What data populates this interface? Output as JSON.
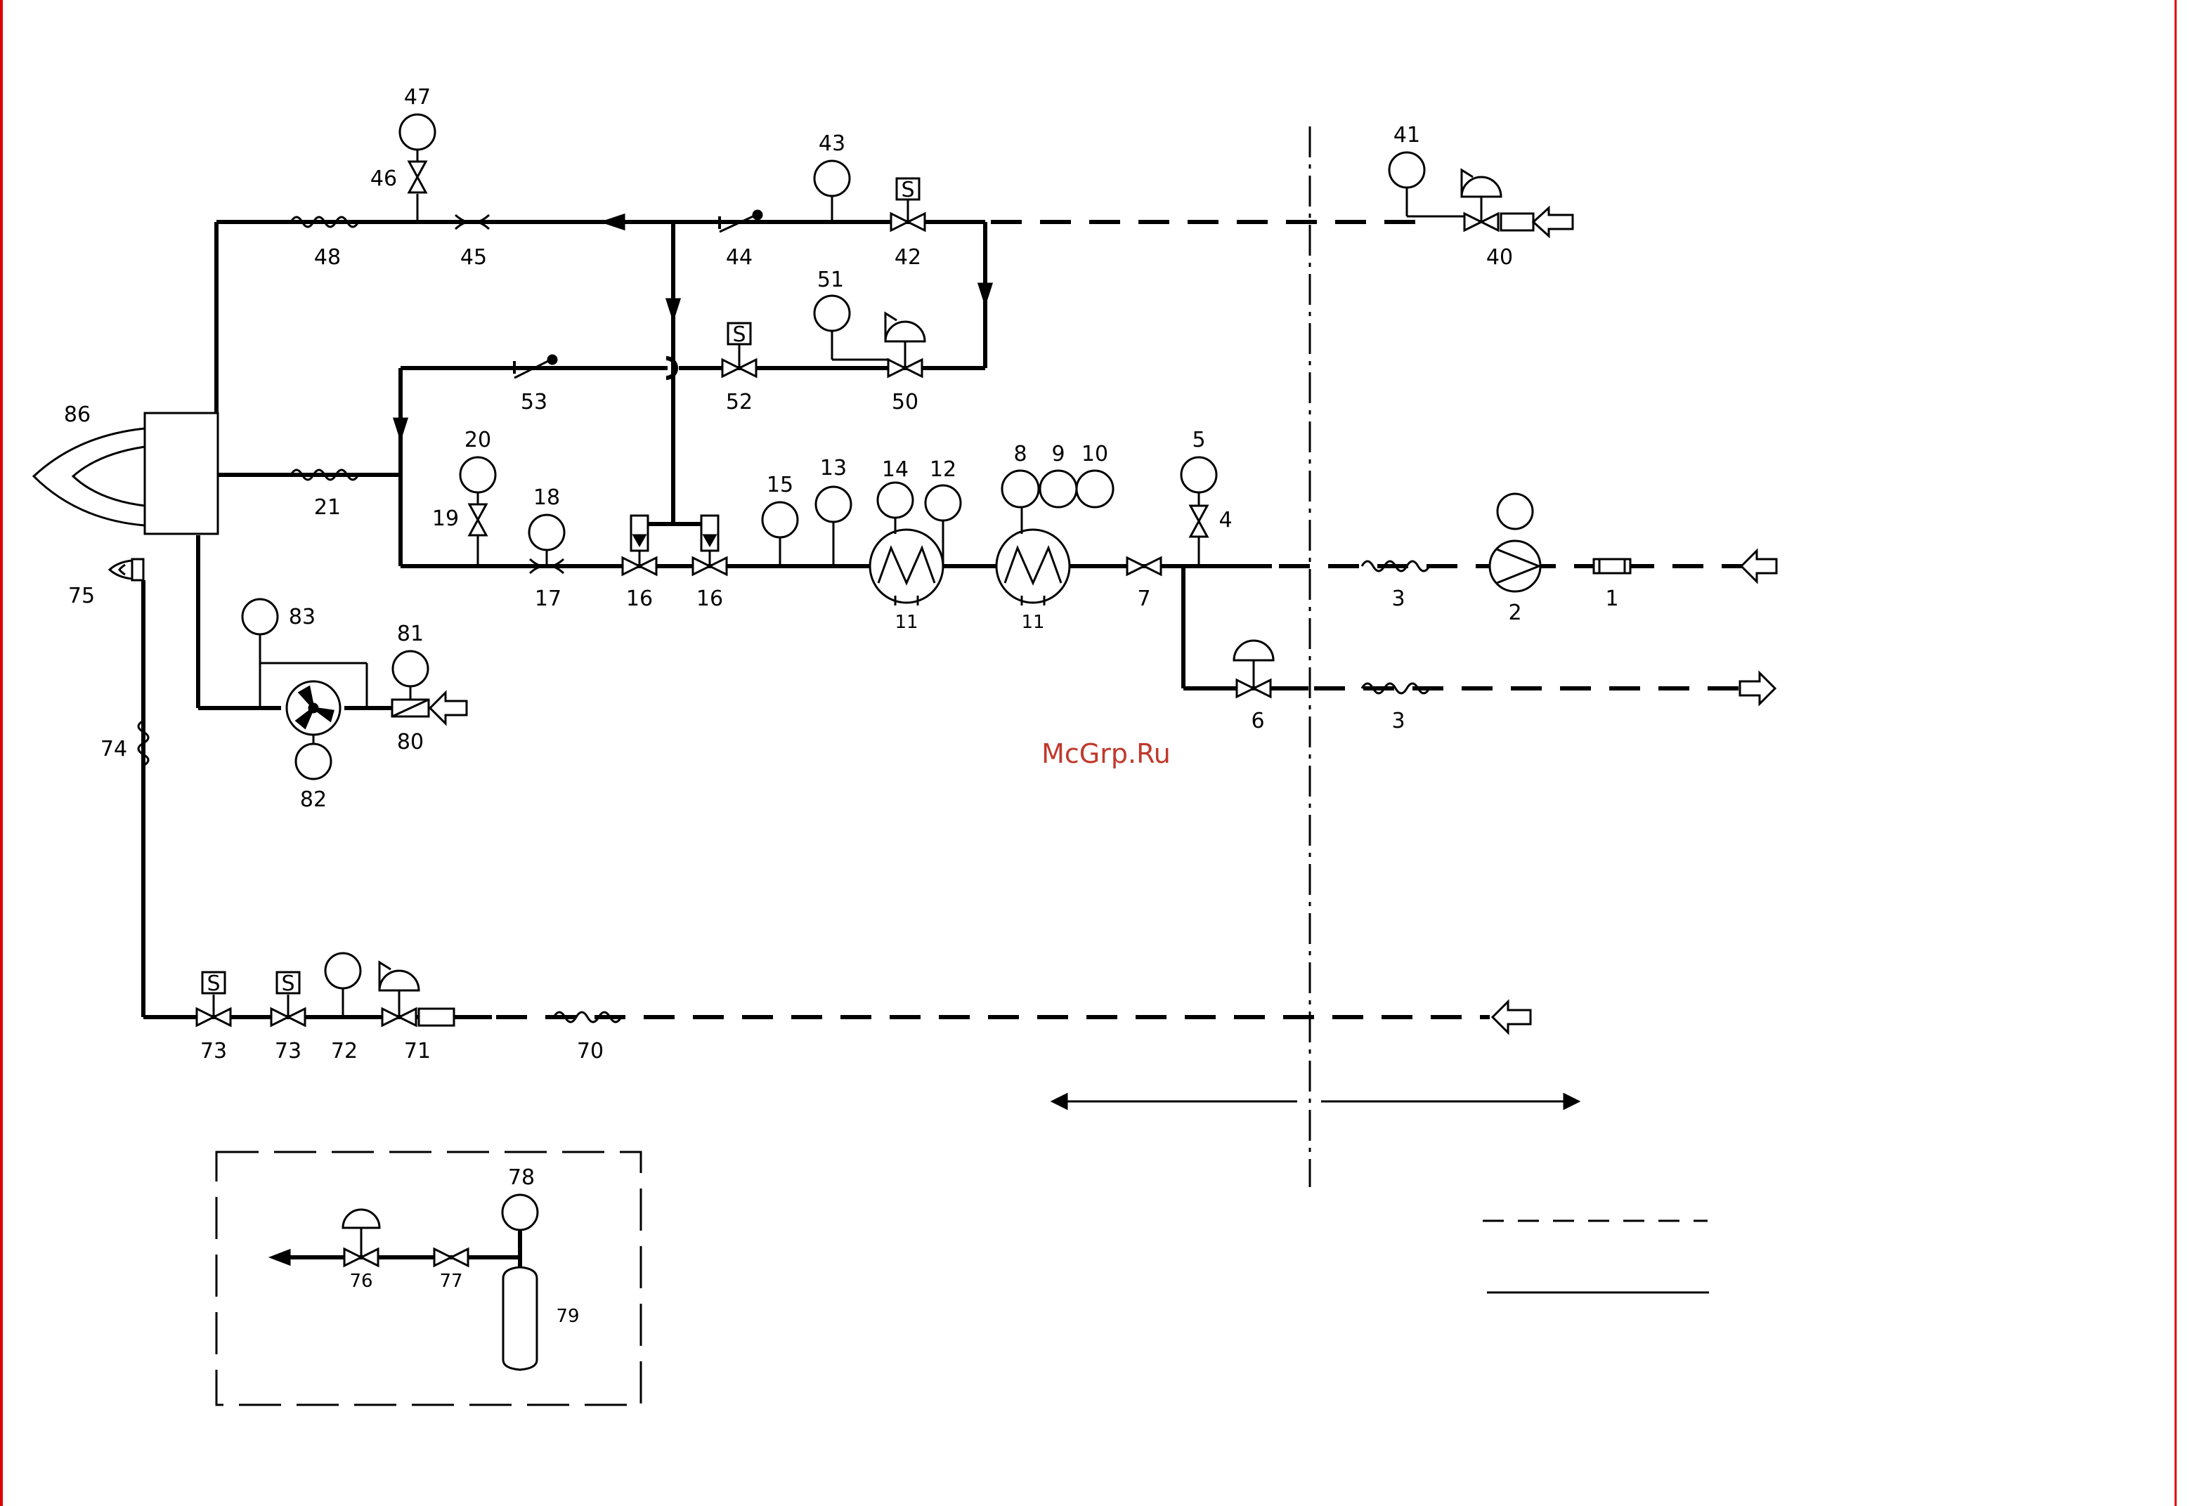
{
  "watermark": "McGrp.Ru",
  "colors": {
    "line": "#000000",
    "watermark": "#c0392b",
    "page_edge": "#e00000"
  },
  "labels": {
    "n1": "1",
    "n2": "2",
    "n3a": "3",
    "n3b": "3",
    "n4": "4",
    "n5": "5",
    "n6": "6",
    "n7": "7",
    "n8": "8",
    "n9": "9",
    "n10": "10",
    "n11a": "11",
    "n11b": "11",
    "n12": "12",
    "n13": "13",
    "n14": "14",
    "n15": "15",
    "n16a": "16",
    "n16b": "16",
    "n17": "17",
    "n18": "18",
    "n19": "19",
    "n20": "20",
    "n21": "21",
    "n40": "40",
    "n41": "41",
    "n42": "42",
    "n43": "43",
    "n44": "44",
    "n45": "45",
    "n46": "46",
    "n47": "47",
    "n48": "48",
    "n50": "50",
    "n51": "51",
    "n52": "52",
    "n53": "53",
    "n70": "70",
    "n71": "71",
    "n72": "72",
    "n73a": "73",
    "n73b": "73",
    "n74": "74",
    "n75": "75",
    "n76": "76",
    "n77": "77",
    "n78": "78",
    "n79": "79",
    "n80": "80",
    "n81": "81",
    "n82": "82",
    "n83": "83",
    "n86": "86"
  },
  "solenoid_mark": "S"
}
